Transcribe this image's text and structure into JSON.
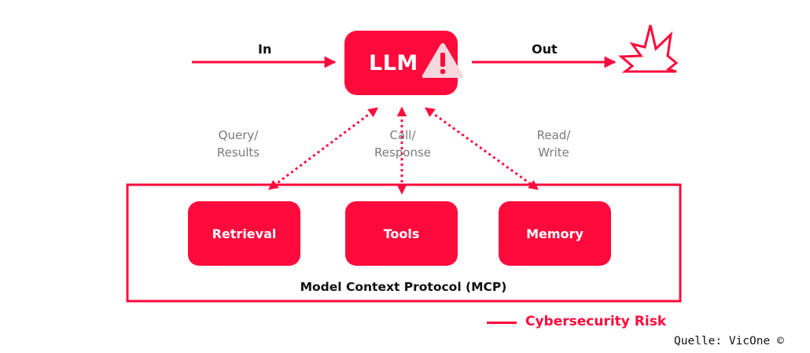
{
  "diagram": {
    "llm": {
      "label": "LLM",
      "icon": "warning-triangle-icon"
    },
    "input_label": "In",
    "output_label": "Out",
    "output_icon": "explosion-burst-icon",
    "edges": {
      "retrieval": {
        "line1": "Query/",
        "line2": "Results"
      },
      "tools": {
        "line1": "Call/",
        "line2": "Response"
      },
      "memory": {
        "line1": "Read/",
        "line2": "Write"
      }
    },
    "components": {
      "retrieval": "Retrieval",
      "tools": "Tools",
      "memory": "Memory"
    },
    "container_label": "Model Context Protocol (MCP)",
    "legend": {
      "label": "Cybersecurity Risk",
      "color": "#ff0a3c"
    },
    "source": "Quelle: VicOne ©"
  },
  "colors": {
    "accent": "#ff0a3c",
    "icon_bg": "#f5d8de",
    "text": "#111111",
    "muted": "#7a7a7a"
  }
}
